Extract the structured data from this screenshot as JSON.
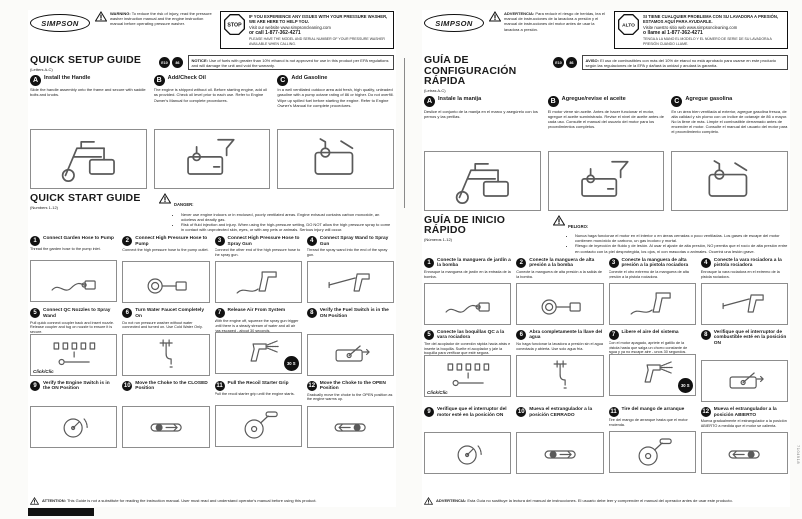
{
  "colors": {
    "ink": "#1a1a1a",
    "line_art": "#5a5a5a",
    "badge_bg": "#111111",
    "page": "#ffffff"
  },
  "icons": {
    "warning": "triangle-exclamation",
    "stop_sign": "octagon",
    "logo_shape": "oval"
  },
  "part_number": "7104918",
  "pages": [
    {
      "lang": "en",
      "logo": "SIMPSON",
      "warning_label": "WARNING:",
      "warning_text": "To reduce the risk of injury, read the pressure washer instruction manual and the engine instruction manual before operating pressure washer.",
      "stop_label": "STOP",
      "help_heading": "IF YOU EXPERIENCE ANY ISSUES WITH YOUR PRESSURE WASHER, WE ARE HERE TO HELP YOU.",
      "help_line1": "Visit our website www.simpsoncleaning.com",
      "help_line2": "or call 1-877-362-4271",
      "help_note": "PLEASE HAVE THE MODEL AND SERIAL NUMBER OF YOUR PRESSURE WASHER AVAILABLE WHEN CALLING.",
      "setup_title": "QUICK SETUP GUIDE",
      "setup_subtitle": "(Letters A-C)",
      "badge_fuel": "E10",
      "badge_octane": "86",
      "notice_label": "NOTICE:",
      "notice_text": "Use of fuels with greater than 10% ethanol is not approved for use in this product per EPA regulations and will damage the unit and void the warranty.",
      "setup_steps": [
        {
          "letter": "A",
          "title": "Install the Handle",
          "desc": "Slide the handle assembly onto the frame and secure with saddle bolts and knobs.",
          "icon": "#sym-cart"
        },
        {
          "letter": "B",
          "title": "Add/Check Oil",
          "desc": "The engine is shipped without oil. Before starting engine, add oil as provided. Check oil level prior to each use. Refer to Engine Owner's Manual for complete procedures.",
          "icon": "#sym-oil"
        },
        {
          "letter": "C",
          "title": "Add Gasoline",
          "desc": "In a well ventilated outdoor area add fresh, high quality, unleaded gasoline with a pump octane rating of 86 or higher. Do not overfill. Wipe up spilled fuel before starting the engine. Refer to Engine Owner's Manual for complete procedures.",
          "icon": "#sym-fuel"
        }
      ],
      "start_title": "QUICK START GUIDE",
      "start_subtitle": "(Numbers 1-12)",
      "danger_label": "DANGER:",
      "danger_bullet1": "Never use engine indoors or in enclosed, poorly ventilated areas. Engine exhaust contains carbon monoxide, an odorless and deadly gas.",
      "danger_bullet2": "Risk of fluid injection and injury. When using the high-pressure setting, DO NOT allow the high pressure spray to come in contact with unprotected skin, eyes, or with any pets or animals. Serious injury will occur.",
      "start_steps": [
        {
          "num": "1",
          "title": "Connect Garden Hose to Pump",
          "desc": "Thread the garden hose to the pump inlet.",
          "icon": "#sym-hose",
          "fig_label": "",
          "fig_style": "none"
        },
        {
          "num": "2",
          "title": "Connect High Pressure Hose to Pump",
          "desc": "Connect the high pressure hose to the pump outlet.",
          "icon": "#sym-hphose",
          "fig_label": "",
          "fig_style": "none"
        },
        {
          "num": "3",
          "title": "Connect High Pressure Hose to Spray Gun",
          "desc": "Connect the other end of the high pressure hose to the spray gun.",
          "icon": "#sym-gunhose",
          "fig_label": "",
          "fig_style": "none"
        },
        {
          "num": "4",
          "title": "Connect Spray Wand to Spray Gun",
          "desc": "Thread the spray wand into the end of the spray gun.",
          "icon": "#sym-wand",
          "fig_label": "",
          "fig_style": "none"
        },
        {
          "num": "5",
          "title": "Connect QC Nozzles to Spray Wand",
          "desc": "Pull quick connect coupler back and insert nozzle. Release coupler and tug on nozzle to ensure it is secure.",
          "icon": "#sym-nozzles",
          "fig_label": "Click/Clic",
          "fig_style": "plain"
        },
        {
          "num": "6",
          "title": "Turn Water Faucet Completely On",
          "desc": "Do not run pressure washer without water connected and turned on. Use Cold Water Only.",
          "icon": "#sym-faucet",
          "fig_label": "",
          "fig_style": "none"
        },
        {
          "num": "7",
          "title": "Release Air From System",
          "desc": "With the engine off, squeeze the spray gun trigger until there is a steady stream of water and all air has escaped - about 30 seconds.",
          "icon": "#sym-spray",
          "fig_label": "30 S",
          "fig_style": "timer"
        },
        {
          "num": "8",
          "title": "Verify the Fuel Switch is in the ON Position",
          "desc": "",
          "icon": "#sym-switch",
          "fig_label": "",
          "fig_style": "none"
        },
        {
          "num": "9",
          "title": "Verify the Engine Switch is in the ON Position",
          "desc": "",
          "icon": "#sym-keyswitch",
          "fig_label": "",
          "fig_style": "none"
        },
        {
          "num": "10",
          "title": "Move the Choke to the CLOSED Position",
          "desc": "",
          "icon": "#sym-choke",
          "fig_label": "",
          "fig_style": "none"
        },
        {
          "num": "11",
          "title": "Pull the Recoil Starter Grip",
          "desc": "Pull the recoil starter grip until the engine starts.",
          "icon": "#sym-recoil",
          "fig_label": "",
          "fig_style": "none"
        },
        {
          "num": "12",
          "title": "Move the Choke to the OPEN Position",
          "desc": "Gradually move the choke to the OPEN position as the engine warms up.",
          "icon": "#sym-choke2",
          "fig_label": "",
          "fig_style": "none"
        }
      ],
      "footer_label": "ATTENTION:",
      "footer_text": "This Guide is not a substitute for reading the instruction manual. User must read and understand operator's manual before using this product."
    },
    {
      "lang": "es",
      "logo": "SIMPSON",
      "warning_label": "ADVERTENCIA:",
      "warning_text": "Para reducir el riesgo de heridas, lea el manual de instrucciones de la lavadora a presión y el manual de instrucciones del motor antes de usar la lavadora a presión.",
      "stop_label": "ALTO",
      "help_heading": "SI TIENE CUALQUIER PROBLEMA CON SU LAVADORA A PRESIÓN, ESTAMOS AQUÍ PARA AYUDARLE.",
      "help_line1": "Visite nuestro sitio web www.simpsoncleaning.com",
      "help_line2": "o llame al 1-877-362-4271",
      "help_note": "TENGA A LA MANO EL MODELO Y EL NÚMERO DE SERIE DE SU LAVADORA A PRESIÓN CUANDO LLAME.",
      "setup_title": "GUÍA DE CONFIGURACIÓN RÁPIDA",
      "setup_subtitle": "(Letras A-C)",
      "badge_fuel": "E10",
      "badge_octane": "86",
      "notice_label": "AVISO:",
      "notice_text": "El uso de combustibles con más del 10% de etanol no está aprobado para usarse en este producto según las regulaciones de la EPA y dañará la unidad y anulará la garantía.",
      "setup_steps": [
        {
          "letter": "A",
          "title": "Instale la manija",
          "desc": "Deslice el conjunto de la manija en el marco y asegúrelo con los pernos y las perillas.",
          "icon": "#sym-cart"
        },
        {
          "letter": "B",
          "title": "Agregue/revise el aceite",
          "desc": "El motor viene sin aceite. Antes de hacer funcionar el motor, agregue el aceite suministrado. Revise el nivel de aceite antes de cada uso. Consulte el manual del usuario del motor para los procedimientos completos.",
          "icon": "#sym-oil"
        },
        {
          "letter": "C",
          "title": "Agregue gasolina",
          "desc": "En un área bien ventilada al exterior, agregue gasolina fresca, de alta calidad y sin plomo con un índice de octanaje de 86 o mayor. No la llene de más. Limpie el combustible derramado antes de encender el motor. Consulte el manual del usuario del motor para el procedimiento completo.",
          "icon": "#sym-fuel"
        }
      ],
      "start_title": "GUÍA DE INICIO RÁPIDO",
      "start_subtitle": "(Números 1-12)",
      "danger_label": "PELIGRO:",
      "danger_bullet1": "Nunca haga funcionar el motor en el interior o en áreas cerradas o poco ventiladas. Los gases de escape del motor contienen monóxido de carbono, un gas inodoro y mortal.",
      "danger_bullet2": "Riesgo de inyección de fluido y de lesión. Al usar el ajuste de alta presión, NO permita que el rocío de alta presión entre en contacto con la piel desprotegida, los ojos, ni con mascotas o animales. Ocurrirá una lesión grave.",
      "start_steps": [
        {
          "num": "1",
          "title": "Conecte la manguera de jardín a la bomba",
          "desc": "Enrosque la manguera de jardín en la entrada de la bomba.",
          "icon": "#sym-hose",
          "fig_label": "",
          "fig_style": "none"
        },
        {
          "num": "2",
          "title": "Conecte la manguera de alta presión a la bomba",
          "desc": "Conecte la manguera de alta presión a la salida de la bomba.",
          "icon": "#sym-hphose",
          "fig_label": "",
          "fig_style": "none"
        },
        {
          "num": "3",
          "title": "Conecte la manguera de alta presión a la pistola rociadora",
          "desc": "Conecte el otro extremo de la manguera de alta presión a la pistola rociadora.",
          "icon": "#sym-gunhose",
          "fig_label": "",
          "fig_style": "none"
        },
        {
          "num": "4",
          "title": "Conecte la vara rociadora a la pistola rociadora",
          "desc": "Enrosque la vara rociadora en el extremo de la pistola rociadora.",
          "icon": "#sym-wand",
          "fig_label": "",
          "fig_style": "none"
        },
        {
          "num": "5",
          "title": "Conecte las boquillas QC a la vara rociadora",
          "desc": "Tire del acoplador de conexión rápida hacia atrás e inserte la boquilla. Suelte el acoplador y jale la boquilla para verificar que esté segura.",
          "icon": "#sym-nozzles",
          "fig_label": "Click/Clic",
          "fig_style": "plain"
        },
        {
          "num": "6",
          "title": "Abra completamente la llave del agua",
          "desc": "No haga funcionar la lavadora a presión sin el agua conectada y abierta. Use solo agua fría.",
          "icon": "#sym-faucet",
          "fig_label": "",
          "fig_style": "none"
        },
        {
          "num": "7",
          "title": "Libere el aire del sistema",
          "desc": "Con el motor apagado, apriete el gatillo de la pistola hasta que salga un chorro constante de agua y ya no escape aire - unos 30 segundos.",
          "icon": "#sym-spray",
          "fig_label": "30 S",
          "fig_style": "timer"
        },
        {
          "num": "8",
          "title": "Verifique que el interruptor de combustible esté en la posición ON",
          "desc": "",
          "icon": "#sym-switch",
          "fig_label": "",
          "fig_style": "none"
        },
        {
          "num": "9",
          "title": "Verifique que el interruptor del motor esté en la posición ON",
          "desc": "",
          "icon": "#sym-keyswitch",
          "fig_label": "",
          "fig_style": "none"
        },
        {
          "num": "10",
          "title": "Mueva el estrangulador a la posición CERRADO",
          "desc": "",
          "icon": "#sym-choke",
          "fig_label": "",
          "fig_style": "none"
        },
        {
          "num": "11",
          "title": "Tire del mango de arranque",
          "desc": "Tire del mango de arranque hasta que el motor encienda.",
          "icon": "#sym-recoil",
          "fig_label": "",
          "fig_style": "none"
        },
        {
          "num": "12",
          "title": "Mueva el estrangulador a la posición ABIERTO",
          "desc": "Mueva gradualmente el estrangulador a la posición ABIERTO a medida que el motor se calienta.",
          "icon": "#sym-choke2",
          "fig_label": "",
          "fig_style": "none"
        }
      ],
      "footer_label": "ADVERTENCIA:",
      "footer_text": "Esta Guía no sustituye la lectura del manual de instrucciones. El usuario debe leer y comprender el manual del operador antes de usar este producto."
    }
  ]
}
